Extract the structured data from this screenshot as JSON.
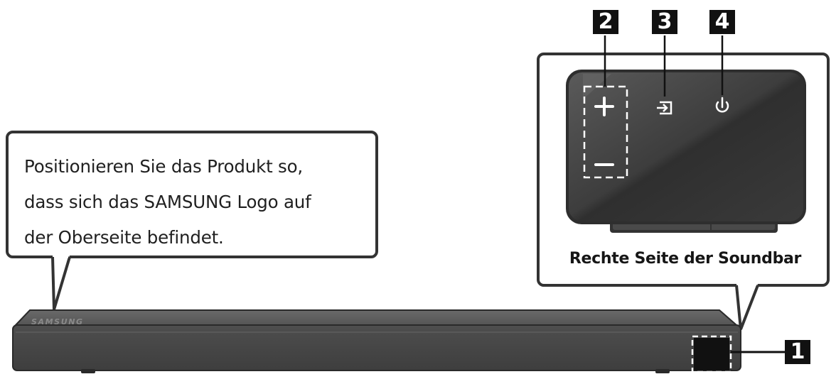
{
  "callout": {
    "lines": [
      "Positionieren Sie das Produkt so,",
      "dass sich das SAMSUNG Logo auf",
      "der Oberseite befindet."
    ]
  },
  "side_panel": {
    "caption": "Rechte Seite der Soundbar"
  },
  "soundbar": {
    "logo": "SAMSUNG"
  },
  "markers": {
    "volume": "2",
    "source": "3",
    "power": "4",
    "control_area": "1"
  },
  "colors": {
    "outline": "#333333",
    "panel": "#3a3a3a",
    "bar": "#4b4b4b",
    "marker": "#111111"
  },
  "icons": [
    "plus-icon",
    "minus-icon",
    "source-input-icon",
    "power-icon"
  ]
}
